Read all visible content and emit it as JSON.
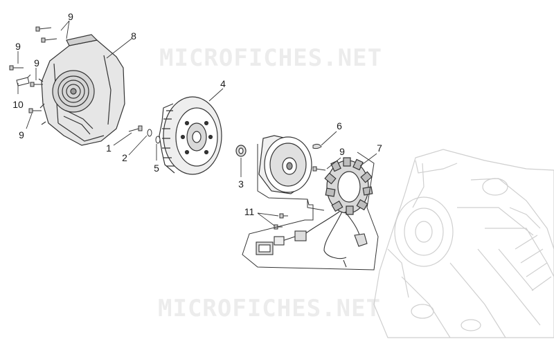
{
  "watermark": {
    "text": "MICROFICHES.NET"
  },
  "callouts": {
    "p1": "1",
    "p2": "2",
    "p3": "3",
    "p4": "4",
    "p5": "5",
    "p6": "6",
    "p7": "7",
    "p8": "8",
    "p9_top": "9",
    "p9_left_upper": "9",
    "p9_left_mid": "9",
    "p9_left_lower": "9",
    "p9_stator": "9",
    "p10": "10",
    "p11": "11"
  },
  "colors": {
    "line": "#333333",
    "ghost_engine": "#cfcfcf",
    "watermark": "#ececec",
    "part_fill": "#f4f4f4",
    "part_dark": "#d9d9d9"
  }
}
